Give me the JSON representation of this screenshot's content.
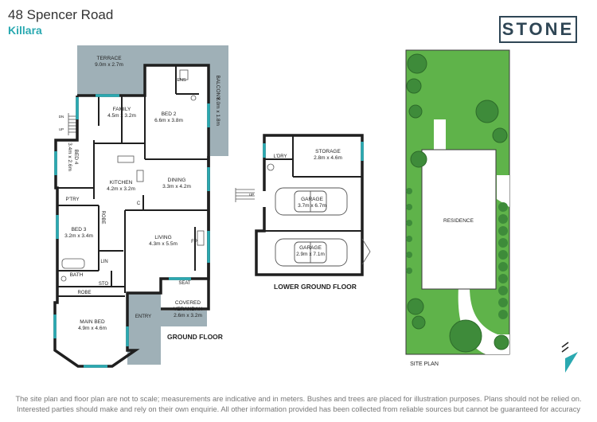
{
  "header": {
    "address": "48 Spencer Road",
    "suburb": "Killara",
    "logo": "STONE"
  },
  "colors": {
    "accent": "#2aa9b1",
    "paving": "#9fb0b7",
    "wall": "#1f1f1f",
    "grass": "#5fb34a",
    "tree": "#3e8b3a",
    "logo": "#2f4655"
  },
  "ground_floor": {
    "label": "GROUND FLOOR",
    "rooms": {
      "terrace": {
        "name": "TERRACE",
        "size": "9.0m x 2.7m"
      },
      "balcony": {
        "name": "BALCONY",
        "size": "8.0m x 1.8m"
      },
      "family": {
        "name": "FAMILY",
        "size": "4.5m x 3.2m"
      },
      "bed2": {
        "name": "BED 2",
        "size": "6.6m x 3.8m"
      },
      "ens": {
        "name": "ENS"
      },
      "bed4": {
        "name": "BED 4",
        "size": "3.4m x 2.6m"
      },
      "kitchen": {
        "name": "KITCHEN",
        "size": "4.2m x 3.2m"
      },
      "dining": {
        "name": "DINING",
        "size": "3.3m x 4.2m"
      },
      "ptry": {
        "name": "P'TRY"
      },
      "c": {
        "name": "C"
      },
      "robe1": {
        "name": "ROBE"
      },
      "bed3": {
        "name": "BED 3",
        "size": "3.2m x 3.4m"
      },
      "living": {
        "name": "LIVING",
        "size": "4.3m x 5.5m"
      },
      "fp": {
        "name": "FP"
      },
      "lin": {
        "name": "LIN"
      },
      "bath": {
        "name": "BATH"
      },
      "sto": {
        "name": "STO"
      },
      "seat": {
        "name": "SEAT"
      },
      "robe2": {
        "name": "ROBE"
      },
      "verandah": {
        "name": "COVERED",
        "name2": "VERANDAH",
        "size": "2.6m x 3.2m"
      },
      "entry": {
        "name": "ENTRY"
      },
      "mainbed": {
        "name": "MAIN BED",
        "size": "4.9m x 4.6m"
      }
    },
    "stairs": {
      "dn": "DN",
      "up": "UP"
    }
  },
  "lower_ground_floor": {
    "label": "LOWER GROUND FLOOR",
    "rooms": {
      "ldry": {
        "name": "L'DRY"
      },
      "storage": {
        "name": "STORAGE",
        "size": "2.8m x 4.6m"
      },
      "garage1": {
        "name": "GARAGE",
        "size": "3.7m x 6.7m"
      },
      "garage2": {
        "name": "GARAGE",
        "size": "2.9m x 7.1m"
      }
    },
    "stairs": {
      "up": "UP"
    }
  },
  "site_plan": {
    "label": "SITE PLAN",
    "residence": "RESIDENCE"
  },
  "disclaimer": {
    "line1": "The site plan and floor plan are not to scale; measurements are indicative and in meters. Bushes and trees are placed for illustration purposes. Plans should not be relied on.",
    "line2": "Interested parties should make and rely on their own enquirie. All other information provided has been collected from reliable sources but cannot be guaranteed for accuracy"
  }
}
